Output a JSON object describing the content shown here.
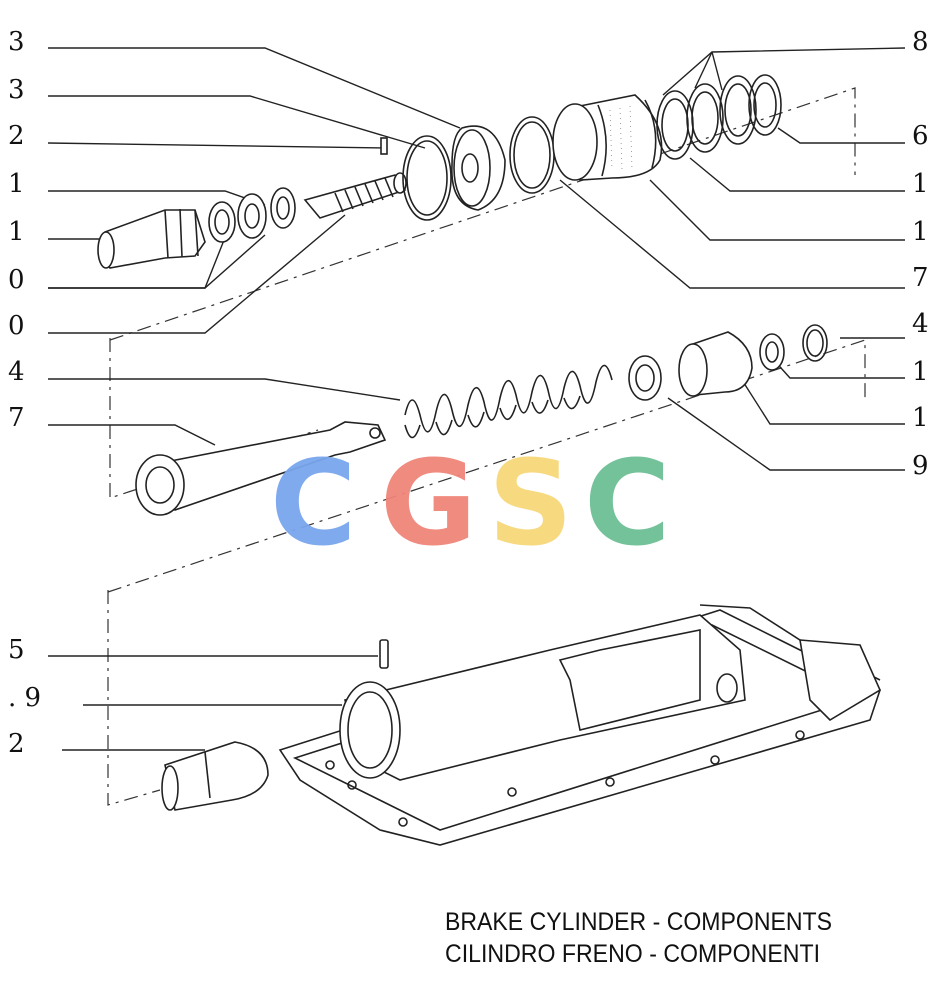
{
  "diagram": {
    "title_en": "BRAKE CYLINDER - COMPONENTS",
    "title_it": "CILINDRO FRENO - COMPONENTI",
    "watermark": {
      "letters": [
        "C",
        "G",
        "S",
        "C"
      ],
      "colors": [
        "#7aa6ee",
        "#f0857a",
        "#f7d77a",
        "#6dbf94"
      ]
    },
    "callouts_left": [
      "3",
      "3",
      "2",
      "1",
      "1",
      "0",
      "0",
      "4",
      "7",
      "5",
      ". 9",
      "2"
    ],
    "callouts_right": [
      "8",
      "6",
      "1",
      "1",
      "7",
      "4",
      "1",
      "1",
      "9"
    ]
  }
}
